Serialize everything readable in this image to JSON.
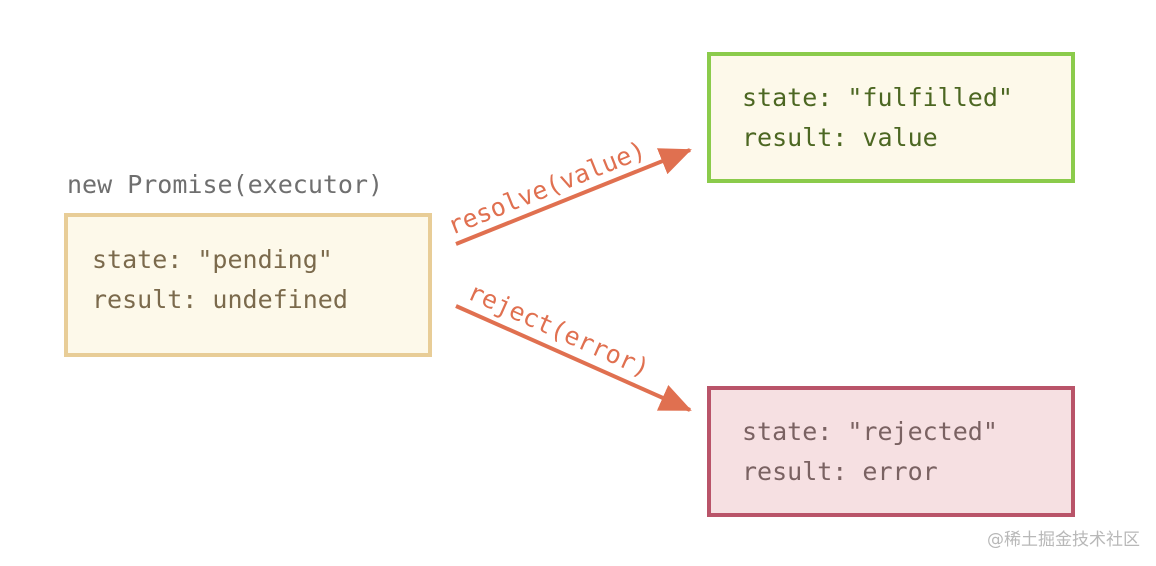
{
  "caption": "new Promise(executor)",
  "pending": {
    "state_line": "state: \"pending\"",
    "result_line": "result: undefined"
  },
  "fulfilled": {
    "state_line": "state: \"fulfilled\"",
    "result_line": "result: value"
  },
  "rejected": {
    "state_line": "state: \"rejected\"",
    "result_line": "result: error"
  },
  "transitions": {
    "resolve_label": "resolve(value)",
    "reject_label": "reject(error)"
  },
  "colors": {
    "arrow": "#e07050",
    "pending_border": "#e8cd97",
    "fulfilled_border": "#8bcb4b",
    "rejected_border": "#b95469",
    "rejected_fill": "#f6e0e2",
    "pending_fill": "#fdf9ea"
  },
  "watermark": "@稀土掘金技术社区"
}
